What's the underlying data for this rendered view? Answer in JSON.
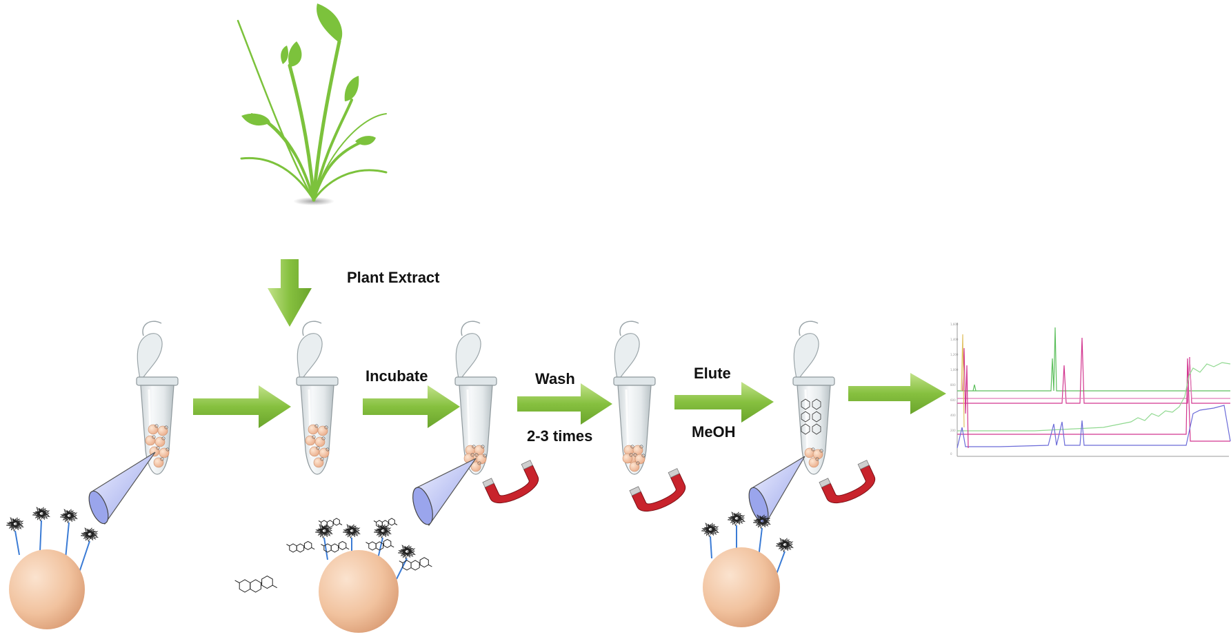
{
  "labels": {
    "plant_extract": "Plant Extract",
    "incubate": "Incubate",
    "wash": "Wash",
    "wash_repeat": "2-3 times",
    "elute": "Elute",
    "eluent": "MeOH"
  },
  "colors": {
    "arrow_green": "#7fba3a",
    "arrow_green_light": "#b6dc7a",
    "plant_green": "#7cc23c",
    "bead_orange": "#f2c7a4",
    "magnet_red": "#c8232c",
    "cone_blue": "#aab4f0",
    "trace_green": "#5cbf5c",
    "trace_magenta": "#d2358f",
    "trace_blue": "#6a6ad8"
  },
  "icons": [
    "plant-icon",
    "microtube-icon",
    "magnet-icon",
    "magnifier-cone-icon",
    "protein-bead-icon",
    "flavonoid-structure-icon",
    "chromatogram-icon"
  ]
}
